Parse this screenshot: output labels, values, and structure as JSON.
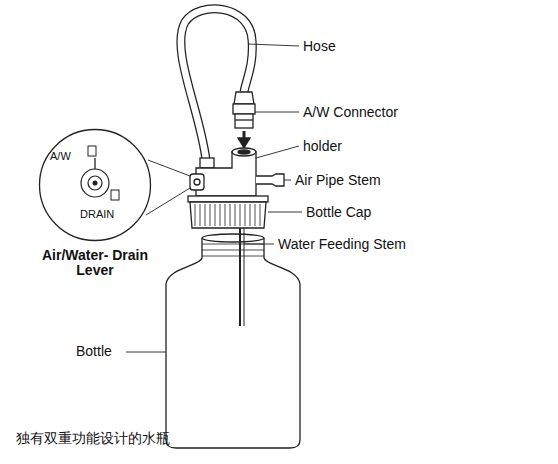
{
  "diagram": {
    "caption": "独有双重功能设计的水瓶",
    "nodes": [
      {
        "text": [
          "A/W",
          "DRAIN",
          "Air/Water- Drain Lever"
        ]
      }
    ],
    "labels": [
      "Hose",
      "A/W Connector",
      "holder",
      "Air Pipe Stem",
      "Bottle Cap",
      "Water Feeding Stem",
      "Bottle"
    ]
  }
}
